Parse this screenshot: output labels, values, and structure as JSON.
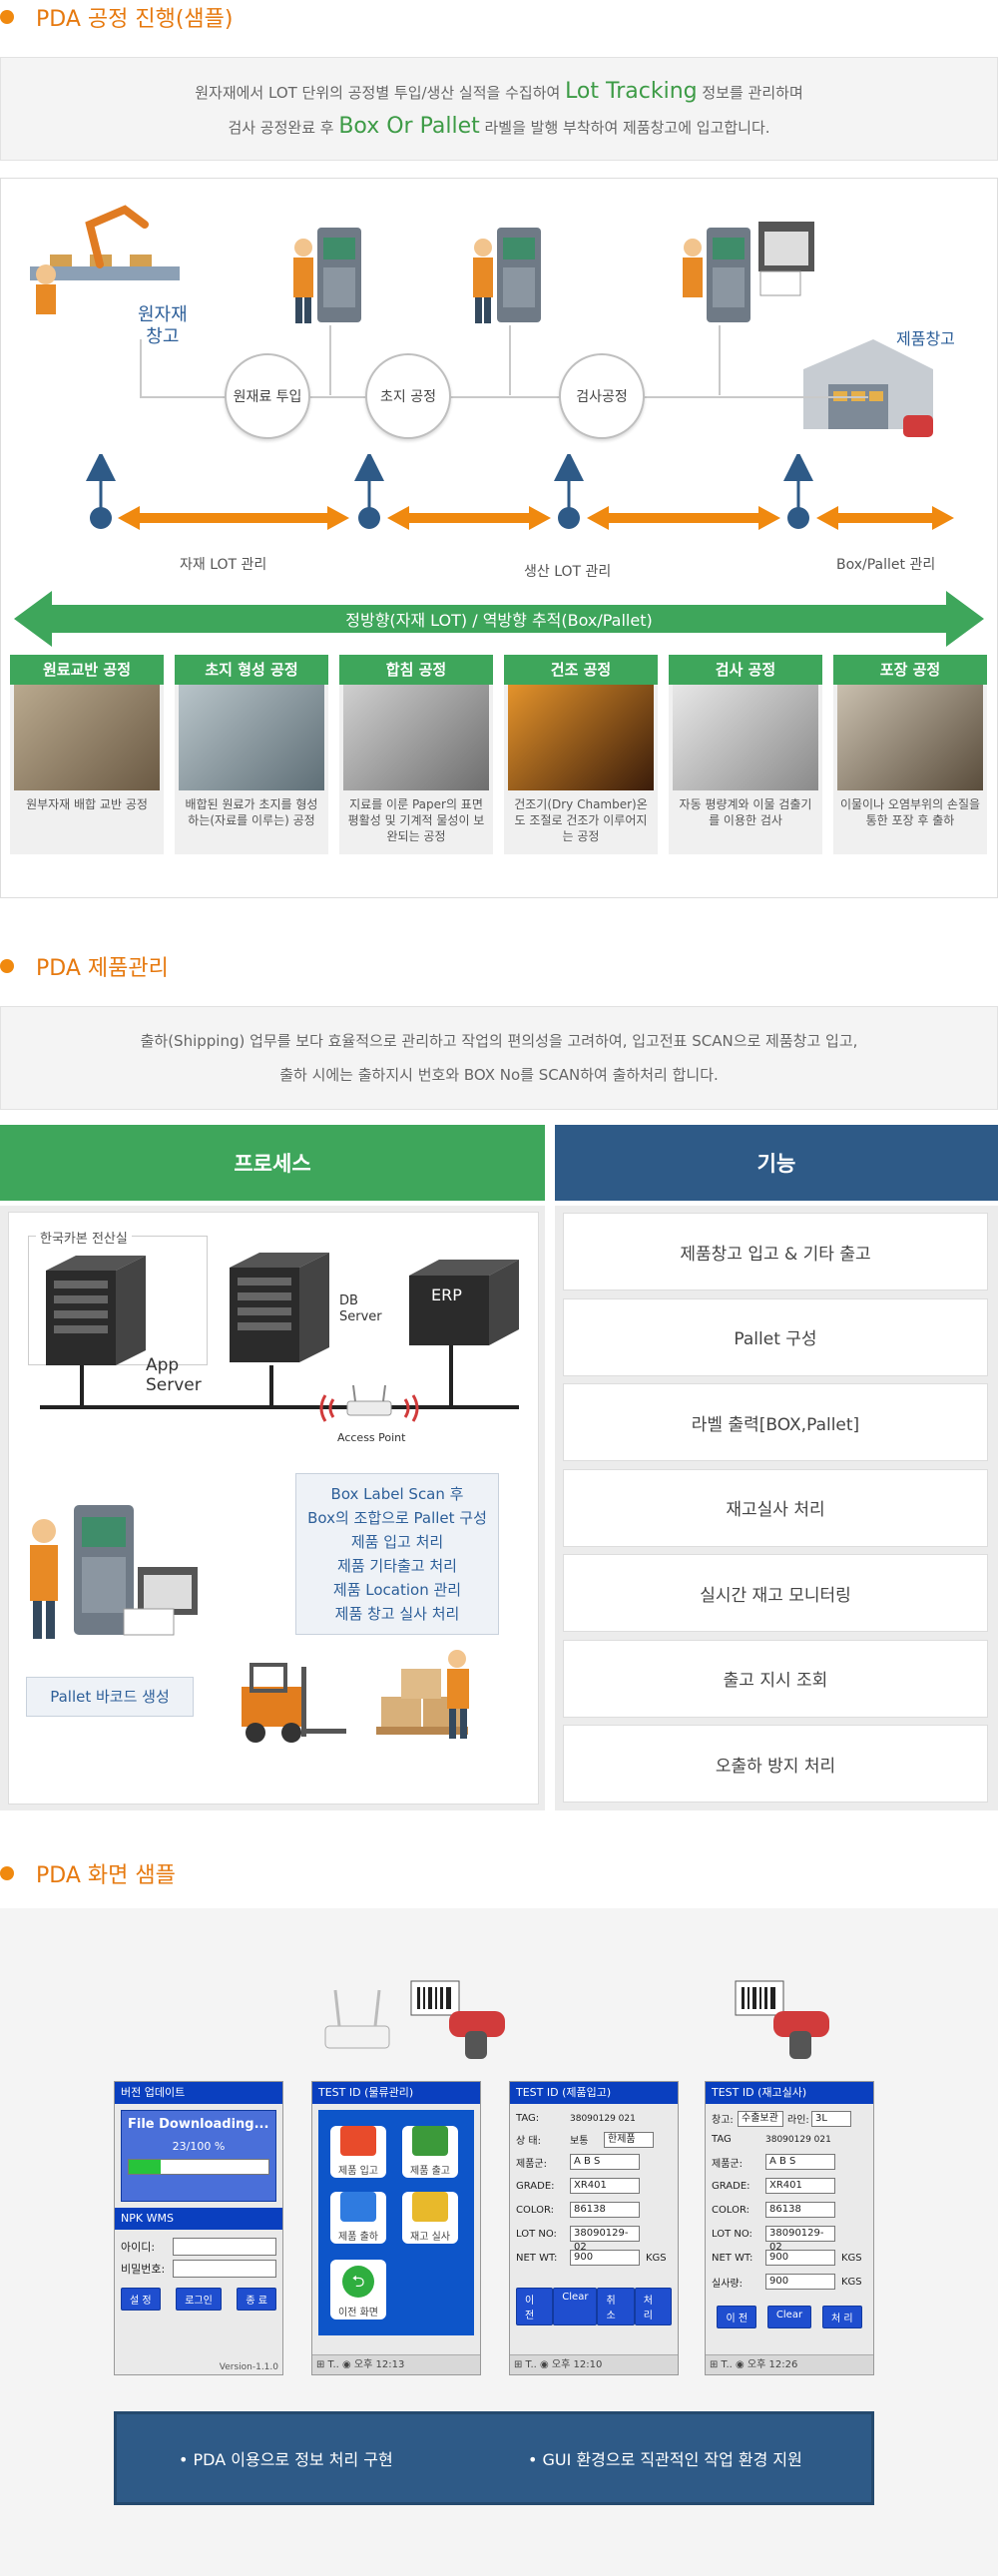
{
  "s1": {
    "title": "PDA 공정 진행(샘플)",
    "intro1a": "원자재에서 LOT 단위의 공정별 투입/생산 실적을 수집하여 ",
    "intro1b": "Lot Tracking",
    "intro1c": " 정보를 관리하며",
    "intro2a": "검사 공정완료 후 ",
    "intro2b": "Box Or Pallet",
    "intro2c": " 라벨을 발행 부착하여 제품창고에 입고합니다."
  },
  "flow": {
    "raw": "원자재\n창고",
    "raw1": "원자재",
    "raw2": "창고",
    "nodes": [
      "원재료 투입",
      "초지 공정",
      "검사공정"
    ],
    "warehouse": "제품창고",
    "labels": [
      "자재 LOT 관리",
      "생산 LOT 관리",
      "Box/Pallet 관리"
    ],
    "trace": "정방향(자재 LOT) / 역방향 추적(Box/Pallet)"
  },
  "stages": [
    {
      "title": "원료교반 공정",
      "desc": "원부자재 배합\n교반 공정",
      "c1": "#b9a98e",
      "c2": "#6b5a44"
    },
    {
      "title": "초지 형성 공정",
      "desc": "배합된 원료가 초지를 형성하는(자료를 이루는) 공정",
      "c1": "#b8c4c9",
      "c2": "#5f6f77"
    },
    {
      "title": "합침 공정",
      "desc": "지료를 이룬 Paper의 표면평활성 및 기계적 물성이 보완되는 공정",
      "c1": "#cfcfcf",
      "c2": "#6e6e6e"
    },
    {
      "title": "건조 공정",
      "desc": "건조기(Dry Chamber)온도 조절로 건조가 이루어지는 공정",
      "c1": "#e4932b",
      "c2": "#3a1c0a"
    },
    {
      "title": "검사 공정",
      "desc": "자동 평량계와 이물 검출기를 이용한 검사",
      "c1": "#e7e7e7",
      "c2": "#8a8a8a"
    },
    {
      "title": "포장 공정",
      "desc": "이물이나 오염부위의 손질을 통한 포장 후 출하",
      "c1": "#c9bfae",
      "c2": "#5a4d3c"
    }
  ],
  "s2": {
    "title": "PDA 제품관리",
    "intro1": "출하(Shipping) 업무를 보다 효율적으로 관리하고 작업의 편의성을 고려하여, 입고전표 SCAN으로 제품창고 입고,",
    "intro2": "출하 시에는 출하지시 번호와 BOX No를 SCAN하여 출하처리 합니다.",
    "process": "프로세스",
    "func": "기능",
    "room": "한국카본 전산실",
    "app": "App\nServer",
    "app1": "App",
    "app2": "Server",
    "db1": "DB",
    "db2": "Server",
    "erp": "ERP",
    "ap": "Access Point",
    "boxlines": [
      "Box Label Scan 후",
      "Box의 조합으로 Pallet 구성",
      "제품 입고 처리",
      "제품 기타출고 처리",
      "제품 Location 관리",
      "제품 창고 실사 처리"
    ],
    "pallet": "Pallet 바코드 생성",
    "features": [
      "제품창고 입고 & 기타 출고",
      "Pallet 구성",
      "라벨 출력[BOX,Pallet]",
      "재고실사 처리",
      "실시간 재고 모니터링",
      "출고 지시 조회",
      "오출하 방지 처리"
    ]
  },
  "s3": {
    "title": "PDA 화면 샘플",
    "bullets": [
      "PDA 이용으로 정보 처리 구현",
      "GUI 환경으로 직관적인 작업 환경 지원"
    ]
  },
  "p1": {
    "t1": "버전 업데이트",
    "dl": "File Downloading...",
    "pct": "23/100 %",
    "progress": 0.23,
    "t2": "NPK WMS",
    "id": "아이디:",
    "pw": "비밀번호:",
    "b1": "설 정",
    "b2": "로그인",
    "b3": "종 료",
    "ver": "Version-1.1.0"
  },
  "p2": {
    "t": "TEST ID (물류관리)",
    "m": [
      "제품 입고",
      "제품 출고",
      "제품 출하",
      "재고 실사"
    ],
    "back": "이전 화면",
    "time": "오후 12:13"
  },
  "p3": {
    "t": "TEST ID (제품입고)",
    "tag": "TAG:",
    "tagv": "38090129 021",
    "st": "상 태:",
    "stv": "보통",
    "stv2": "한제품",
    "rows": [
      [
        "제품군:",
        "A B S"
      ],
      [
        "GRADE:",
        "XR401"
      ],
      [
        "COLOR:",
        "86138"
      ],
      [
        "LOT NO:",
        "38090129-02"
      ],
      [
        "NET WT:",
        "900"
      ]
    ],
    "kgs": "KGS",
    "b": [
      "이 전",
      "Clear",
      "취 소",
      "처 리"
    ],
    "time": "오후 12:10"
  },
  "p4": {
    "t": "TEST ID (재고실사)",
    "wh": "창고:",
    "whv": "수출보관",
    "ln": "라인:",
    "lnv": "3L",
    "tag": "TAG",
    "tagv": "38090129 021",
    "rows": [
      [
        "제품군:",
        "A B S"
      ],
      [
        "GRADE:",
        "XR401"
      ],
      [
        "COLOR:",
        "86138"
      ],
      [
        "LOT NO:",
        "38090129-02"
      ],
      [
        "NET WT:",
        "900"
      ],
      [
        "실사량:",
        "900"
      ]
    ],
    "kgs": "KGS",
    "b": [
      "이 전",
      "Clear",
      "처 리"
    ],
    "time": "오후 12:26"
  },
  "colors": {
    "green": "#3ea65b",
    "navy": "#2e5a87",
    "orange": "#f0890f"
  }
}
